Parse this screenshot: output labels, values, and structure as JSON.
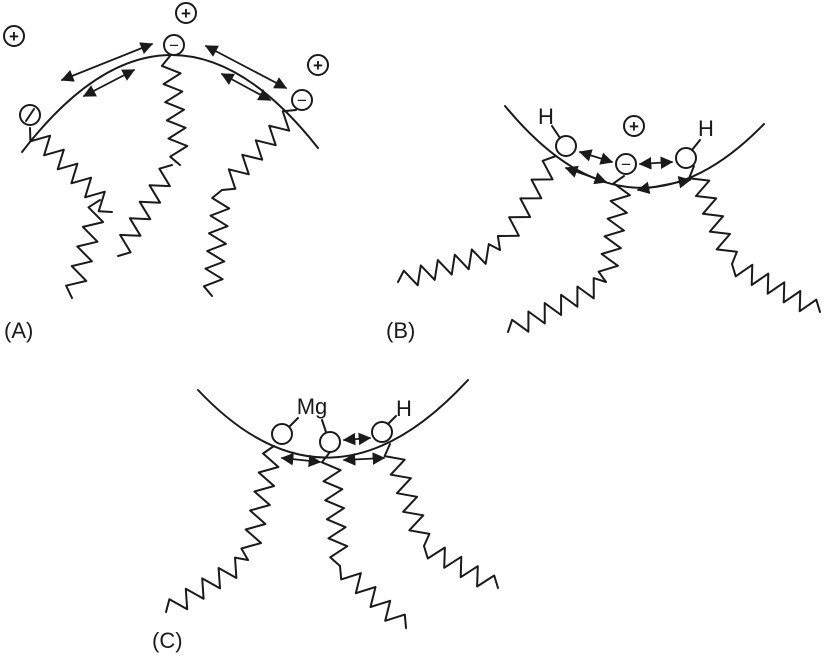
{
  "panels": [
    {
      "id": "A",
      "label": "(A)"
    },
    {
      "id": "B",
      "label": "(B)"
    },
    {
      "id": "C",
      "label": "(C)"
    }
  ],
  "symbols": {
    "plus": "+",
    "minus": "−"
  },
  "atoms": {
    "hydrogen": "H",
    "magnesium": "Mg"
  },
  "colors": {
    "ink": "#1a1a1a",
    "background": "#ffffff"
  }
}
